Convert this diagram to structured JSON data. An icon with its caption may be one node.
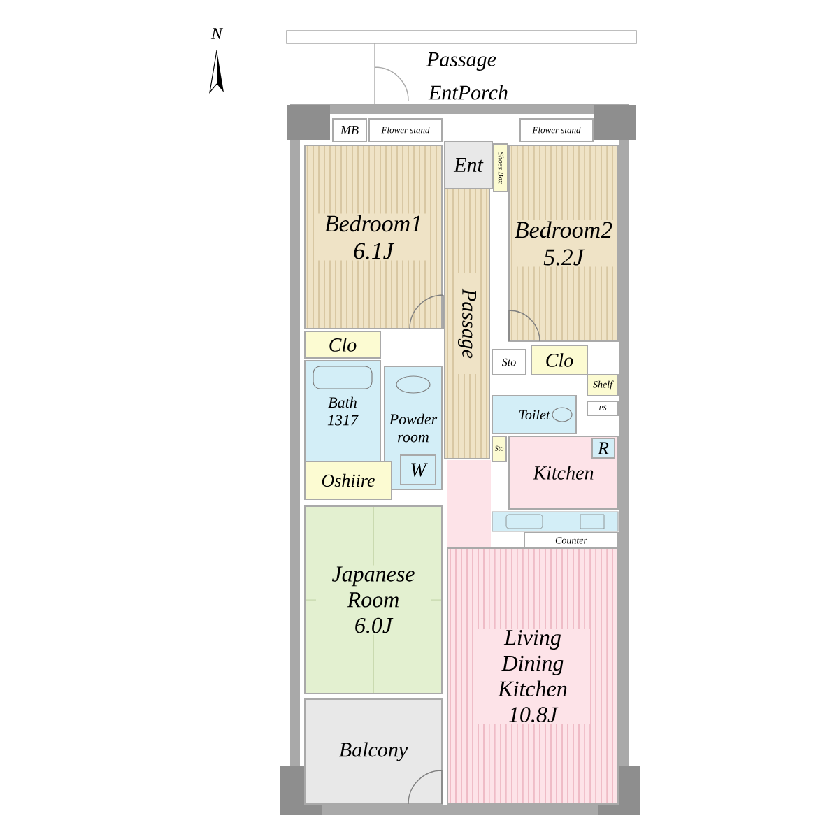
{
  "diagram": {
    "nodes": [
      {
        "text": [
          "MB"
        ]
      },
      {
        "text": [
          "Flower stand"
        ]
      },
      {
        "text": [
          "Flower stand"
        ]
      },
      {
        "text": [
          "Ent"
        ]
      },
      {
        "text": [
          "Shoes Box"
        ]
      },
      {
        "text": [
          "Bedroom1",
          "6.1J"
        ]
      },
      {
        "text": [
          "Bedroom2",
          "5.2J"
        ]
      },
      {
        "text": [
          "Passage"
        ]
      },
      {
        "text": [
          "Clo"
        ]
      },
      {
        "text": [
          "Sto"
        ]
      },
      {
        "text": [
          "Clo"
        ]
      },
      {
        "text": [
          "Shelf"
        ]
      },
      {
        "text": [
          "PS"
        ]
      },
      {
        "text": [
          "Bath",
          "1317"
        ]
      },
      {
        "text": [
          "Powder room"
        ]
      },
      {
        "text": [
          "W"
        ],
        "in": 14
      },
      {
        "text": [
          "Toilet"
        ]
      },
      {
        "text": [
          "Sto"
        ]
      },
      {
        "text": [
          "Kitchen"
        ]
      },
      {
        "text": [
          "R"
        ],
        "in": 18
      },
      {
        "text": [
          "Counter"
        ]
      },
      {
        "text": [
          "Oshiire"
        ]
      },
      {
        "text": [
          "Japanese Room",
          "6.0J"
        ]
      },
      {
        "text": [
          "Living Dining Kitchen",
          "10.8J"
        ]
      },
      {
        "text": [
          "Balcony"
        ]
      }
    ],
    "edges": [],
    "labels": [
      "N",
      "Passage",
      "EntPorch"
    ]
  }
}
